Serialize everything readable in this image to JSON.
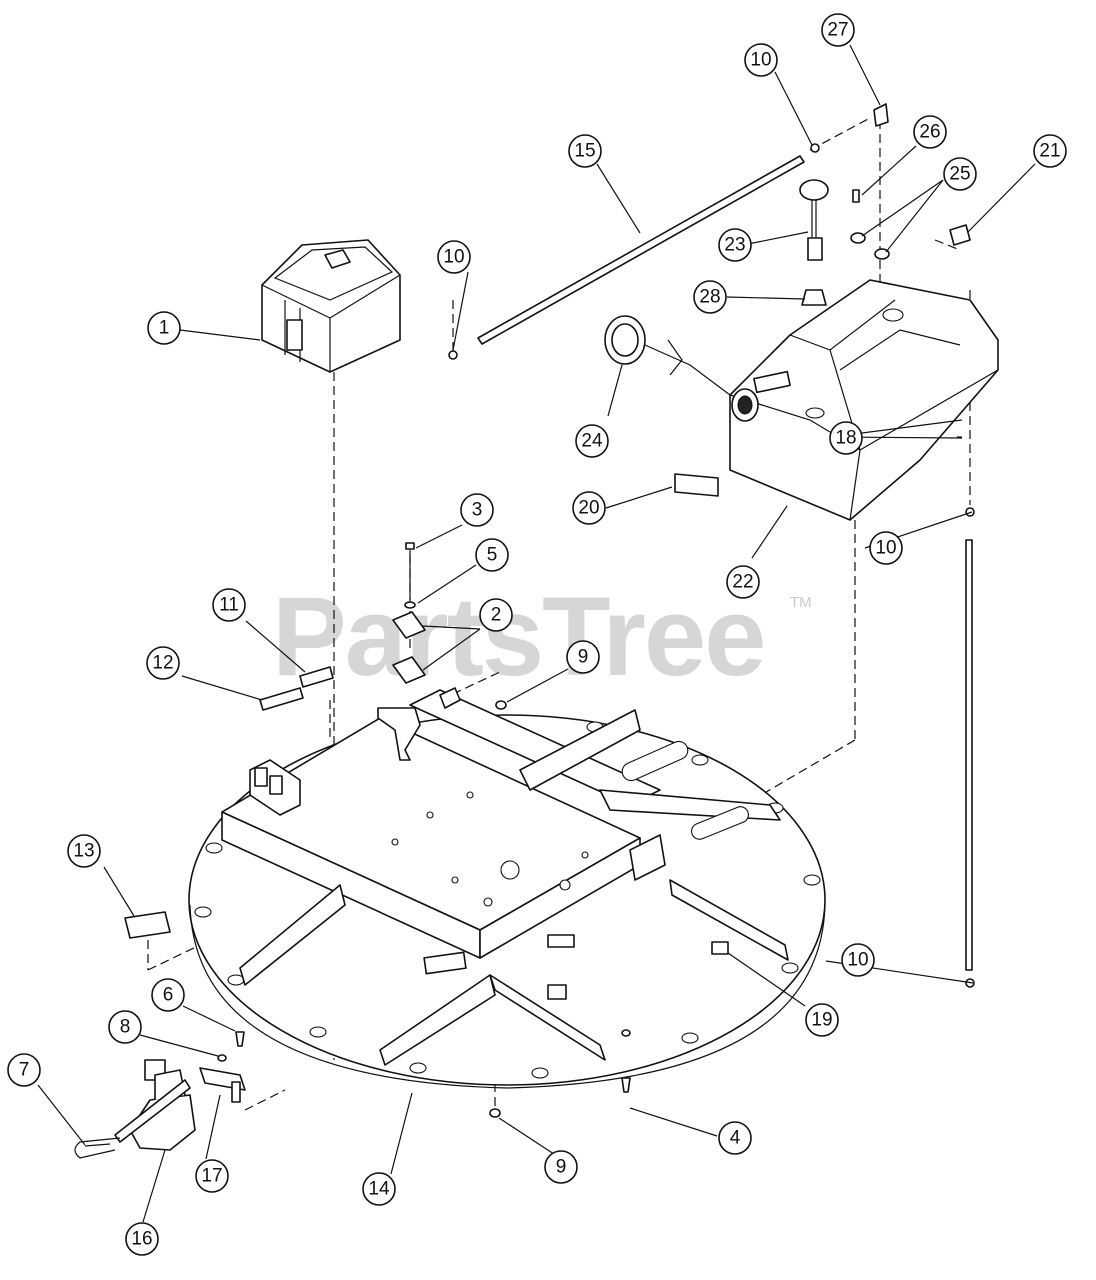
{
  "watermark": {
    "text": "PartsTree",
    "tm": "TM"
  },
  "callouts": [
    {
      "id": "c27",
      "label": "27"
    },
    {
      "id": "c10a",
      "label": "10"
    },
    {
      "id": "c26",
      "label": "26"
    },
    {
      "id": "c15",
      "label": "15"
    },
    {
      "id": "c25",
      "label": "25"
    },
    {
      "id": "c21",
      "label": "21"
    },
    {
      "id": "c10b",
      "label": "10"
    },
    {
      "id": "c23",
      "label": "23"
    },
    {
      "id": "c28",
      "label": "28"
    },
    {
      "id": "c1",
      "label": "1"
    },
    {
      "id": "c24",
      "label": "24"
    },
    {
      "id": "c20",
      "label": "20"
    },
    {
      "id": "c3",
      "label": "3"
    },
    {
      "id": "c10c",
      "label": "10"
    },
    {
      "id": "c5",
      "label": "5"
    },
    {
      "id": "c22",
      "label": "22"
    },
    {
      "id": "c11",
      "label": "11"
    },
    {
      "id": "c2",
      "label": "2"
    },
    {
      "id": "c9a",
      "label": "9"
    },
    {
      "id": "c12",
      "label": "12"
    },
    {
      "id": "c18",
      "label": "18"
    },
    {
      "id": "c13",
      "label": "13"
    },
    {
      "id": "c10d",
      "label": "10"
    },
    {
      "id": "c6",
      "label": "6"
    },
    {
      "id": "c19",
      "label": "19"
    },
    {
      "id": "c8",
      "label": "8"
    },
    {
      "id": "c7",
      "label": "7"
    },
    {
      "id": "c4",
      "label": "4"
    },
    {
      "id": "c17",
      "label": "17"
    },
    {
      "id": "c9b",
      "label": "9"
    },
    {
      "id": "c14",
      "label": "14"
    },
    {
      "id": "c16",
      "label": "16"
    }
  ]
}
